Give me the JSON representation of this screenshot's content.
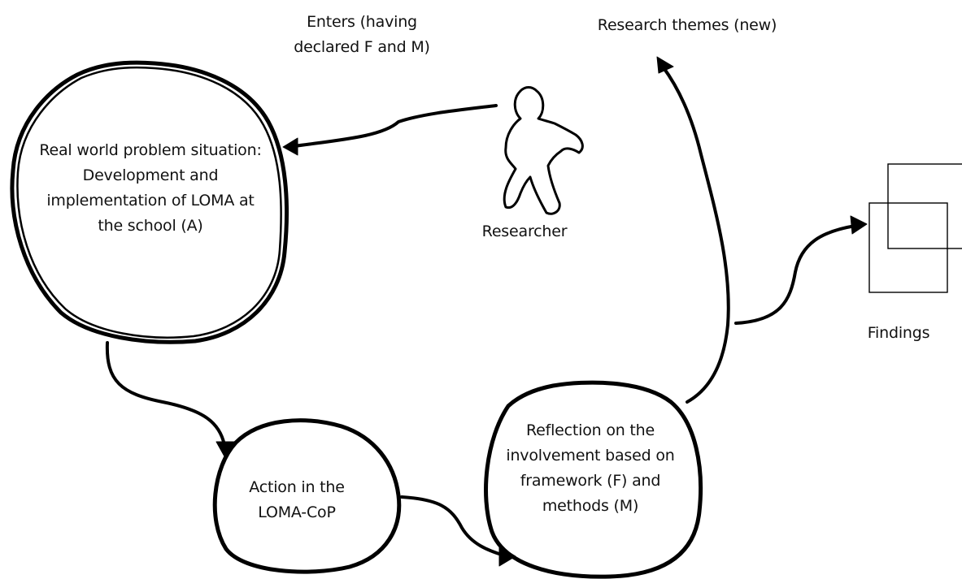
{
  "nodes": {
    "problem_situation": {
      "text": "Real world problem situation: Development and implementation of LOMA at the school (A)"
    },
    "action": {
      "text": "Action in the LOMA-CoP"
    },
    "reflection": {
      "text": "Reflection on the involvement based on framework (F) and methods (M)"
    },
    "researcher": {
      "label": "Researcher"
    },
    "findings": {
      "label": "Findings"
    }
  },
  "annotations": {
    "enters": "Enters (having declared F and M)",
    "research_themes": "Research themes (new)"
  }
}
